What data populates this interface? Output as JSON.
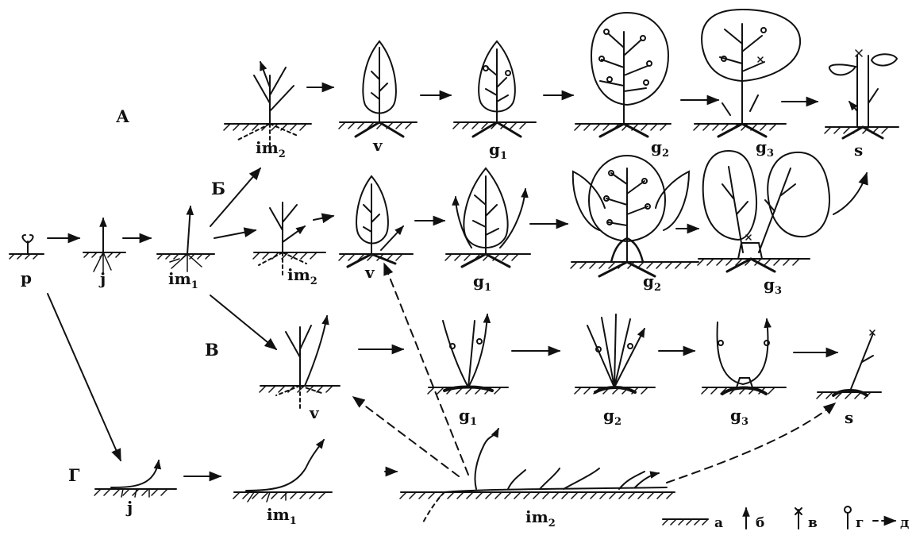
{
  "rows": {
    "a": "А",
    "b": "Б",
    "v": "В",
    "g": "Г"
  },
  "stages": {
    "p": "p",
    "j": "j",
    "im": "im",
    "v": "v",
    "g": "g",
    "s": "s",
    "sub1": "1",
    "sub2": "2",
    "sub3": "3"
  },
  "legend": {
    "a": "а",
    "b": "б",
    "v": "в",
    "g": "г",
    "d": "д"
  }
}
